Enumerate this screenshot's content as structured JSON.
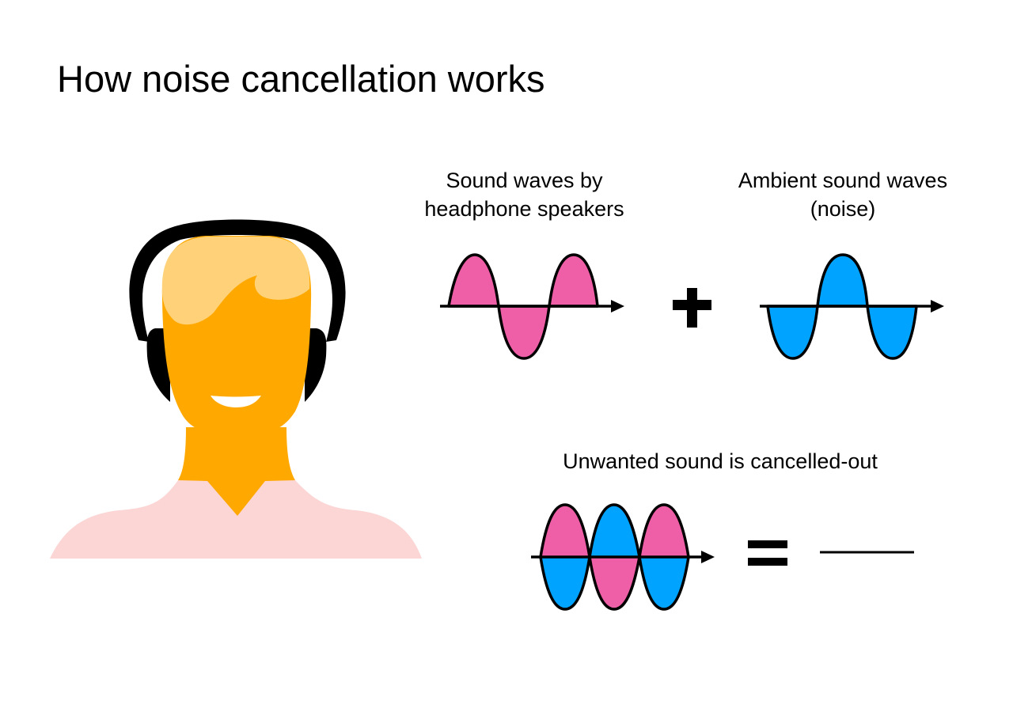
{
  "title": "How noise cancellation works",
  "labels": {
    "speakers": {
      "line1": "Sound waves by",
      "line2": "headphone speakers"
    },
    "ambient": {
      "line1": "Ambient sound waves",
      "line2": "(noise)"
    },
    "cancelled": "Unwanted sound is cancelled-out"
  },
  "operators": {
    "plus": "+",
    "equals": "="
  },
  "colors": {
    "skin": "#FFA800",
    "hair": "#FFD27A",
    "shirt": "#FBD6D5",
    "headphones": "#000000",
    "speaker_wave": "#EE5FA7",
    "noise_wave": "#00A3FF"
  },
  "figure": {
    "description": "person wearing headphones"
  },
  "waves": {
    "speaker": {
      "phase": "starts positive",
      "cycles": 1.5
    },
    "noise": {
      "phase": "starts negative (inverted)",
      "cycles": 1.5
    },
    "sum": {
      "result": "flat line (silence)"
    }
  }
}
